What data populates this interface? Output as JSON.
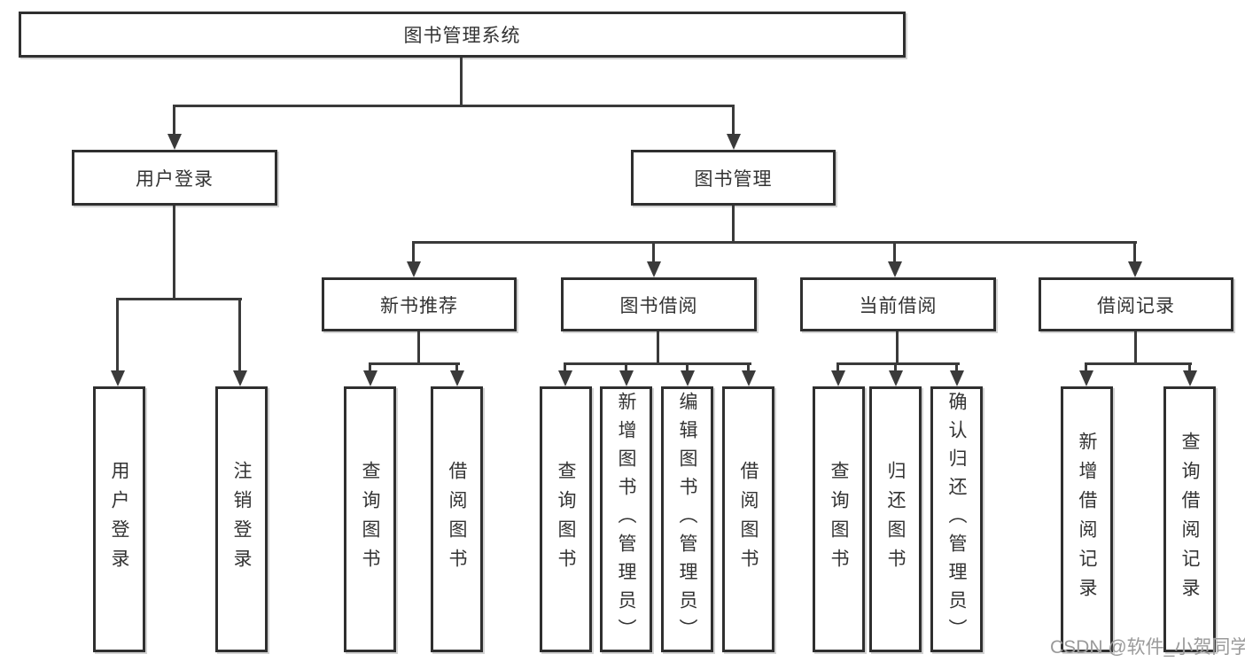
{
  "diagram_type": "hierarchy-tree",
  "watermark": "CSDN @软件_小贺同学",
  "colors": {
    "line": "#3a3a3a",
    "box_border": "#2f2f2f",
    "text": "#333333",
    "watermark": "#9a9a9a",
    "background": "#ffffff"
  },
  "tree": {
    "root": "图书管理系统",
    "children": [
      {
        "label": "用户登录",
        "children": [
          "用户登录",
          "注销登录"
        ]
      },
      {
        "label": "图书管理",
        "children": [
          {
            "label": "新书推荐",
            "children": [
              "查询图书",
              "借阅图书"
            ]
          },
          {
            "label": "图书借阅",
            "children": [
              "查询图书",
              "新增图书（管理员）",
              "编辑图书（管理员）",
              "借阅图书"
            ]
          },
          {
            "label": "当前借阅",
            "children": [
              "查询图书",
              "归还图书",
              "确认归还（管理员）"
            ]
          },
          {
            "label": "借阅记录",
            "children": [
              "新增借阅记录",
              "查询借阅记录"
            ]
          }
        ]
      }
    ]
  }
}
